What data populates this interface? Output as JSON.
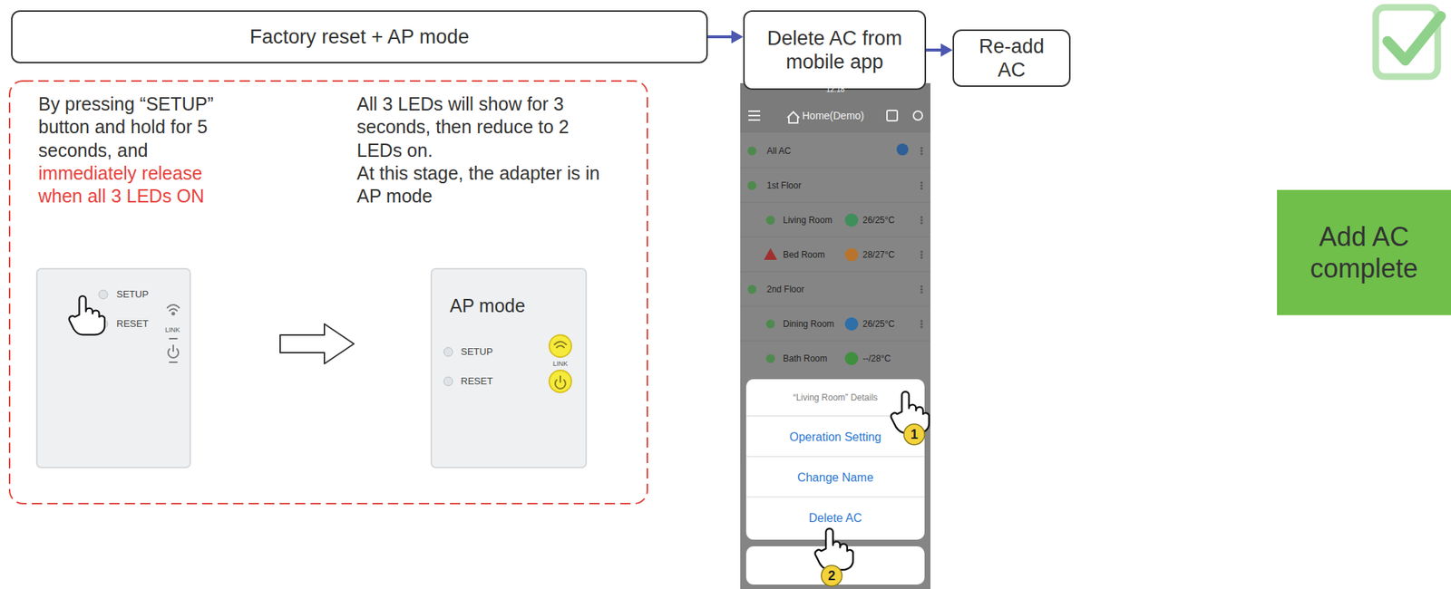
{
  "diagram": {
    "nodes": [
      {
        "text": [
          "Factory reset + AP mode"
        ]
      },
      {
        "text": [
          "Delete AC from mobile app"
        ]
      },
      {
        "text": [
          "Re-add AC"
        ]
      },
      {
        "text": [
          "Add AC complete"
        ]
      }
    ],
    "edges": [
      {
        "from": 0,
        "to": 1,
        "arrow": "to"
      },
      {
        "from": 1,
        "to": 2,
        "arrow": "to"
      }
    ],
    "labels": [
      "By pressing “SETUP” button and hold for 5 seconds, and",
      "immediately release when all 3 LEDs ON",
      "All 3 LEDs will show for 3 seconds, then reduce to 2 LEDs on.",
      "At this stage, the adapter is in AP mode",
      "SETUP",
      "LINK",
      "RESET",
      "AP mode",
      "SETUP",
      "LINK",
      "RESET",
      "12:18",
      "Home(Demo)",
      "All AC",
      "1st Floor",
      "Living Room",
      "26/25°C",
      "Bed Room",
      "28/27°C",
      "2nd Floor",
      "Dining Room",
      "26/25°C",
      "Bath Room",
      "--/28°C",
      "“Living Room” Details",
      "Operation Setting",
      "Change Name",
      "Delete AC",
      "1",
      "2"
    ]
  }
}
